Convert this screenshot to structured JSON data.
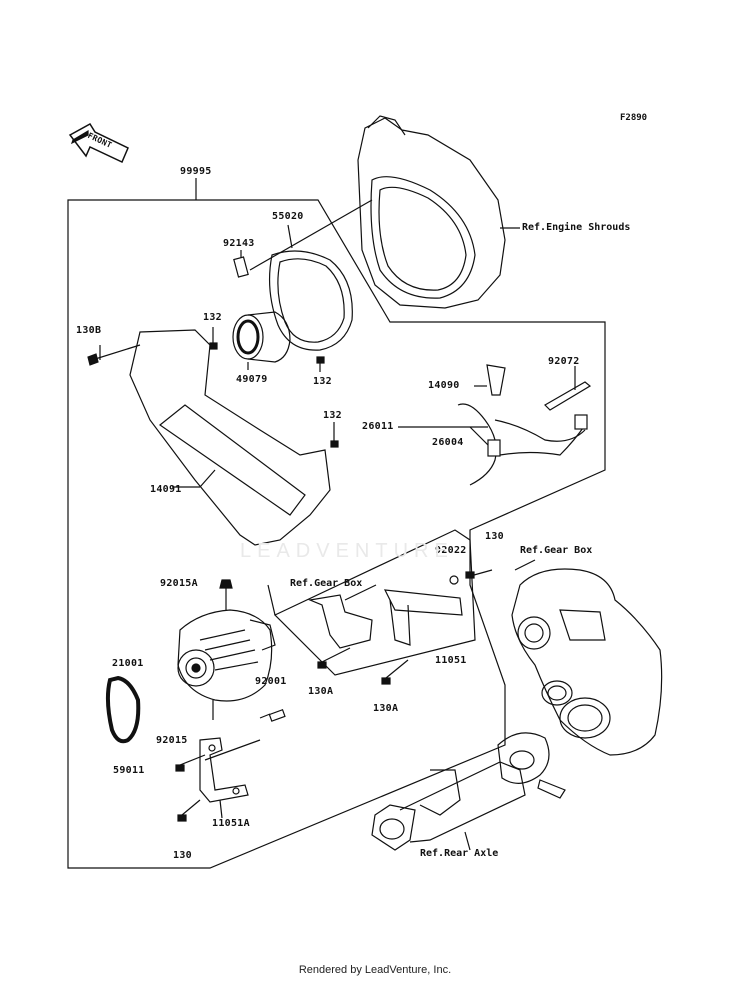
{
  "figure_code": "F2890",
  "front_label": "FRONT",
  "watermark": "LEADVENTURE",
  "parts": {
    "p99995": "99995",
    "p55020": "55020",
    "p92143": "92143",
    "p130B": "130B",
    "p132a": "132",
    "p132b": "132",
    "p132c": "132",
    "p49079": "49079",
    "p14091": "14091",
    "p14090": "14090",
    "p92072": "92072",
    "p26004": "26004",
    "p26011": "26011",
    "p130": "130",
    "p92022": "92022",
    "p92015A": "92015A",
    "p11051": "11051",
    "p21001": "21001",
    "p130Aa": "130A",
    "p130Ab": "130A",
    "p92001": "92001",
    "p92015": "92015",
    "p59011": "59011",
    "p11051A": "11051A",
    "p130b": "130"
  },
  "refs": {
    "engine_shrouds": "Ref.Engine Shrouds",
    "gear_box_right": "Ref.Gear Box",
    "gear_box_left": "Ref.Gear Box",
    "rear_axle": "Ref.Rear Axle"
  },
  "footer": "Rendered by LeadVenture, Inc."
}
